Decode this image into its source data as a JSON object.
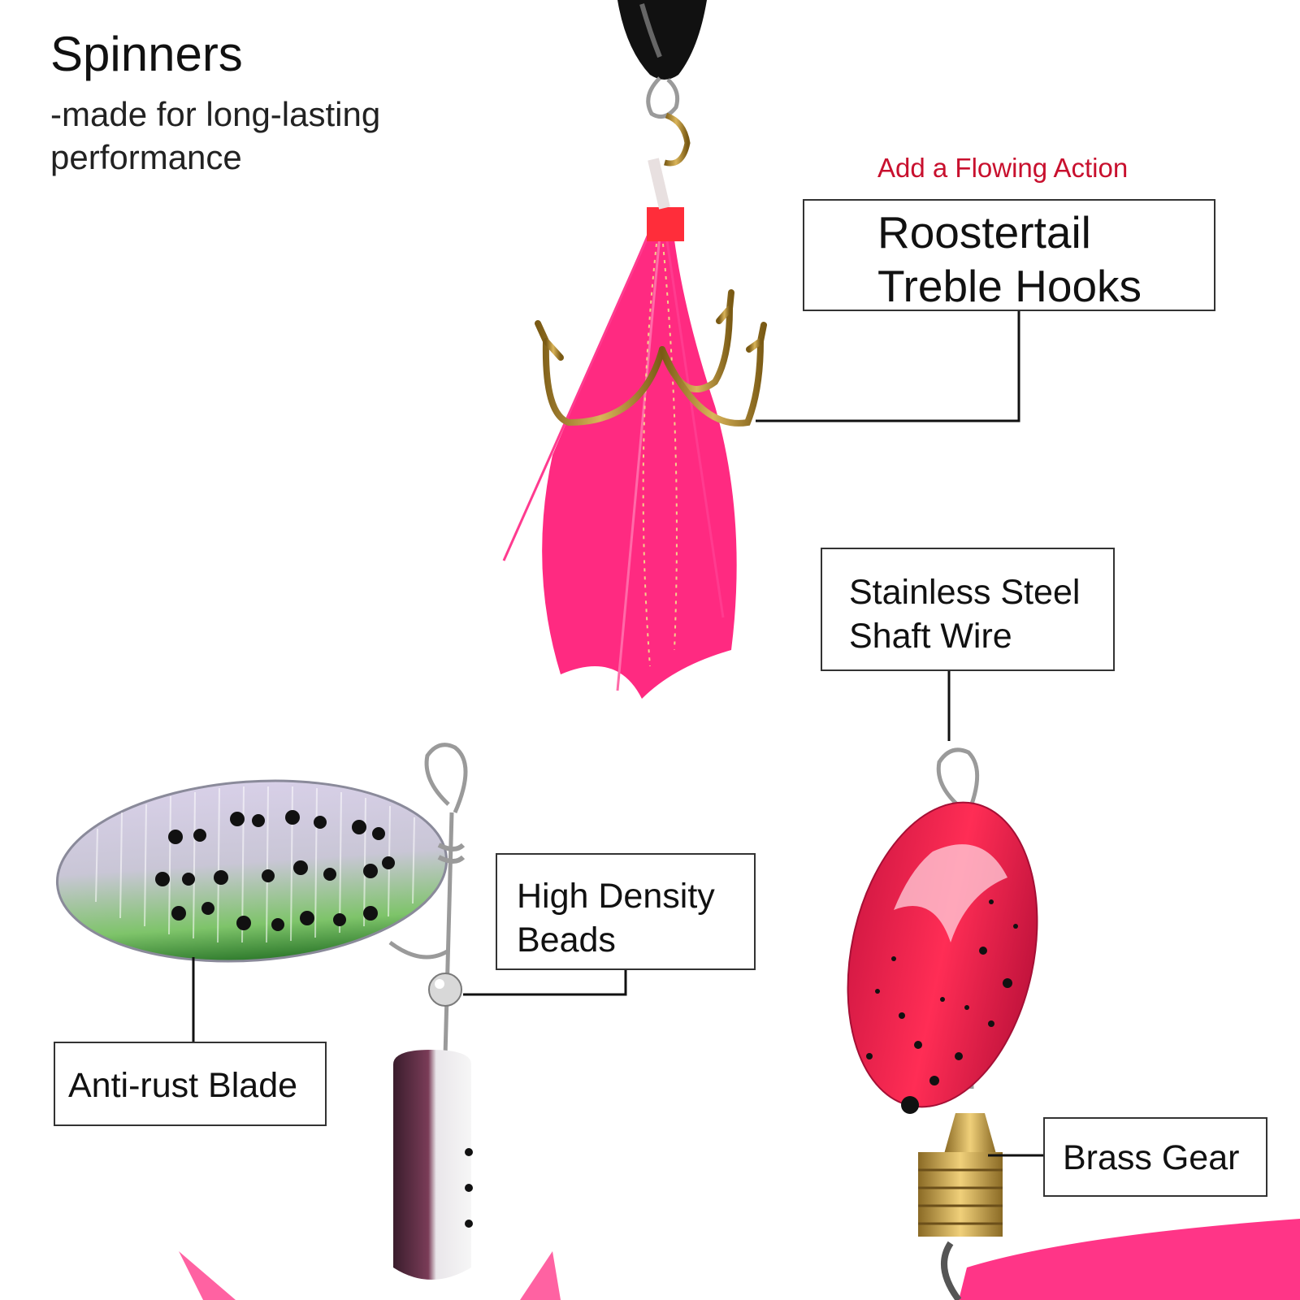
{
  "header": {
    "title": "Spinners",
    "subtitle": "-made for long-lasting performance"
  },
  "callouts": {
    "accent": "Add a Flowing Action",
    "hooks": "Roostertail\nTreble Hooks",
    "wire": "Stainless Steel\nShaft Wire",
    "beads": "High Density\nBeads",
    "blade": "Anti-rust Blade",
    "gear": "Brass Gear"
  },
  "colors": {
    "accent_text": "#c8102e",
    "feather": "#ff1f7a",
    "hook": "#b8902a",
    "blade_red": "#f0224d",
    "blade_green": "#3f9a3a",
    "brass": "#c9a24a"
  }
}
